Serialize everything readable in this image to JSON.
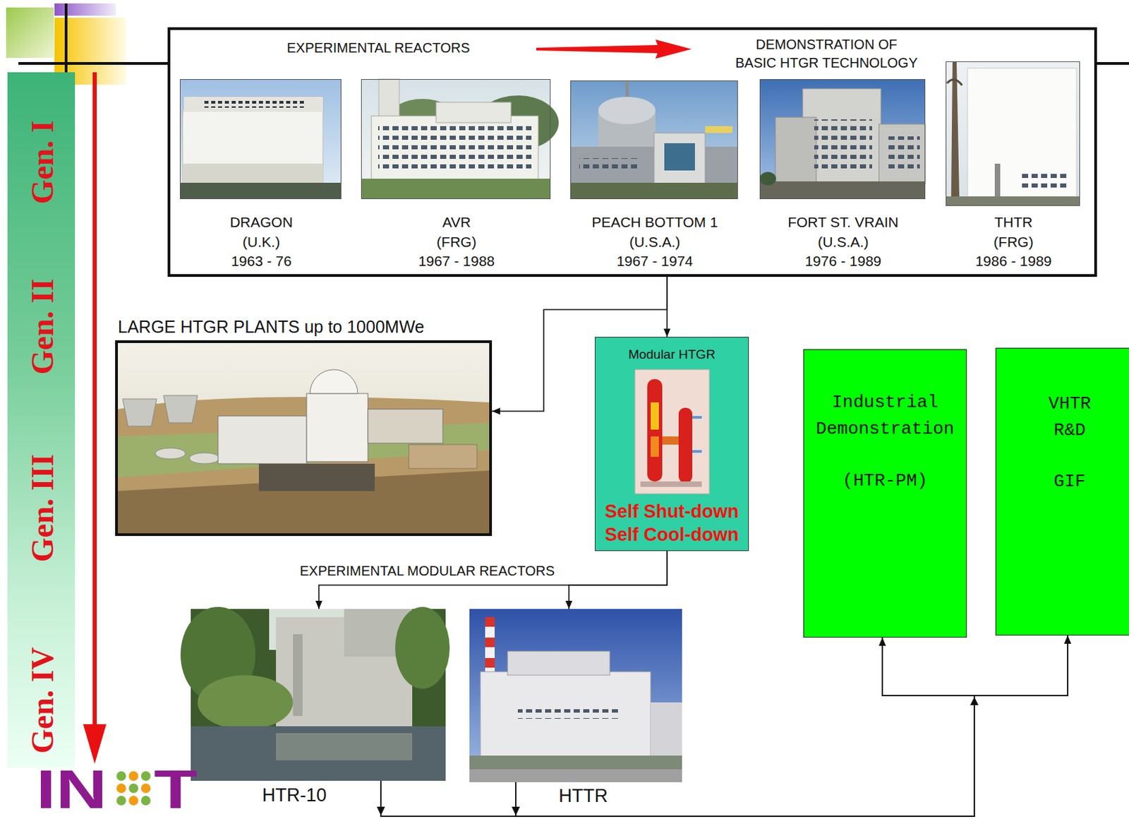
{
  "diagram": {
    "nodes": [
      {
        "text": [
          "Gen. I",
          "Gen. II",
          "Gen. III",
          "Gen. IV"
        ]
      },
      {
        "text": [
          "EXPERIMENTAL REACTORS",
          "DEMONSTRATION OF BASIC HTGR TECHNOLOGY"
        ]
      },
      {
        "text": [
          "DRAGON",
          "(U.K.)",
          "1963 - 76"
        ],
        "in": 1
      },
      {
        "text": [
          "AVR",
          "(FRG)",
          "1967 - 1988"
        ],
        "in": 1
      },
      {
        "text": [
          "PEACH BOTTOM 1",
          "(U.S.A.)",
          "1967 - 1974"
        ],
        "in": 1
      },
      {
        "text": [
          "FORT ST. VRAIN",
          "(U.S.A.)",
          "1976 - 1989"
        ],
        "in": 1
      },
      {
        "text": [
          "THTR",
          "(FRG)",
          "1986 - 1989"
        ],
        "in": 1
      },
      {
        "text": [
          "LARGE HTGR PLANTS up to 1000MWe"
        ]
      },
      {
        "text": [
          "Modular HTGR",
          "Self Shut-down",
          "Self Cool-down"
        ]
      },
      {
        "text": [
          "HTR-10"
        ]
      },
      {
        "text": [
          "HTTR"
        ]
      },
      {
        "text": [
          "Industrial Demonstration",
          "(HTR-PM)"
        ]
      },
      {
        "text": [
          "VHTR R&D",
          "GIF"
        ]
      }
    ],
    "edges": [
      {
        "from": 1,
        "to": 7,
        "arrow": "to"
      },
      {
        "from": 1,
        "to": 8,
        "arrow": "to"
      },
      {
        "from": 8,
        "to": 9,
        "arrow": "to"
      },
      {
        "from": 8,
        "to": 10,
        "arrow": "to"
      },
      {
        "from": 9,
        "to": 11,
        "arrow": "to"
      },
      {
        "from": 9,
        "to": 12,
        "arrow": "to"
      },
      {
        "from": 10,
        "to": 11,
        "arrow": "to"
      },
      {
        "from": 10,
        "to": 12,
        "arrow": "to"
      }
    ],
    "labels": [
      "EXPERIMENTAL MODULAR REACTORS",
      "IN",
      "T"
    ]
  }
}
